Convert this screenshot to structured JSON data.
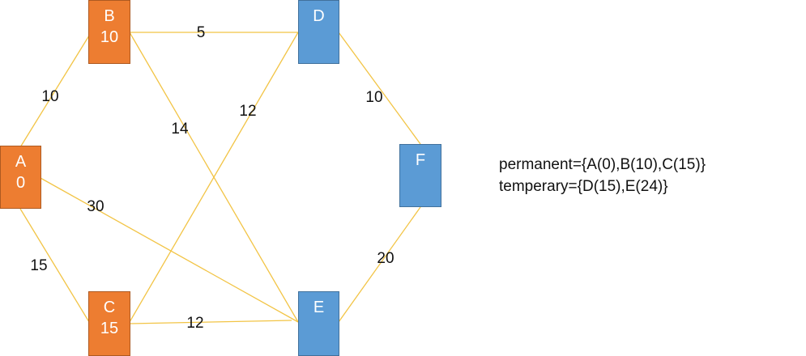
{
  "nodes": {
    "A": {
      "name": "A",
      "distance": "0",
      "state": "permanent"
    },
    "B": {
      "name": "B",
      "distance": "10",
      "state": "permanent"
    },
    "C": {
      "name": "C",
      "distance": "15",
      "state": "permanent"
    },
    "D": {
      "name": "D",
      "distance": "",
      "state": "temporary"
    },
    "E": {
      "name": "E",
      "distance": "",
      "state": "temporary"
    },
    "F": {
      "name": "F",
      "distance": "",
      "state": "temporary"
    }
  },
  "edges": [
    {
      "from": "A",
      "to": "B",
      "weight": "10"
    },
    {
      "from": "A",
      "to": "C",
      "weight": "15"
    },
    {
      "from": "A",
      "to": "E",
      "weight": "30"
    },
    {
      "from": "B",
      "to": "D",
      "weight": "5"
    },
    {
      "from": "B",
      "to": "E",
      "weight": "14"
    },
    {
      "from": "C",
      "to": "D",
      "weight": "12"
    },
    {
      "from": "C",
      "to": "E",
      "weight": "12"
    },
    {
      "from": "D",
      "to": "F",
      "weight": "10"
    },
    {
      "from": "E",
      "to": "F",
      "weight": "20"
    }
  ],
  "status": {
    "permanent": "permanent={A(0),B(10),C(15)}",
    "temporary": "temperary={D(15),E(24)}"
  },
  "colors": {
    "permanent_node": "#ed7d31",
    "temporary_node": "#5b9bd5",
    "edge": "#f2c445",
    "text": "#111111"
  }
}
